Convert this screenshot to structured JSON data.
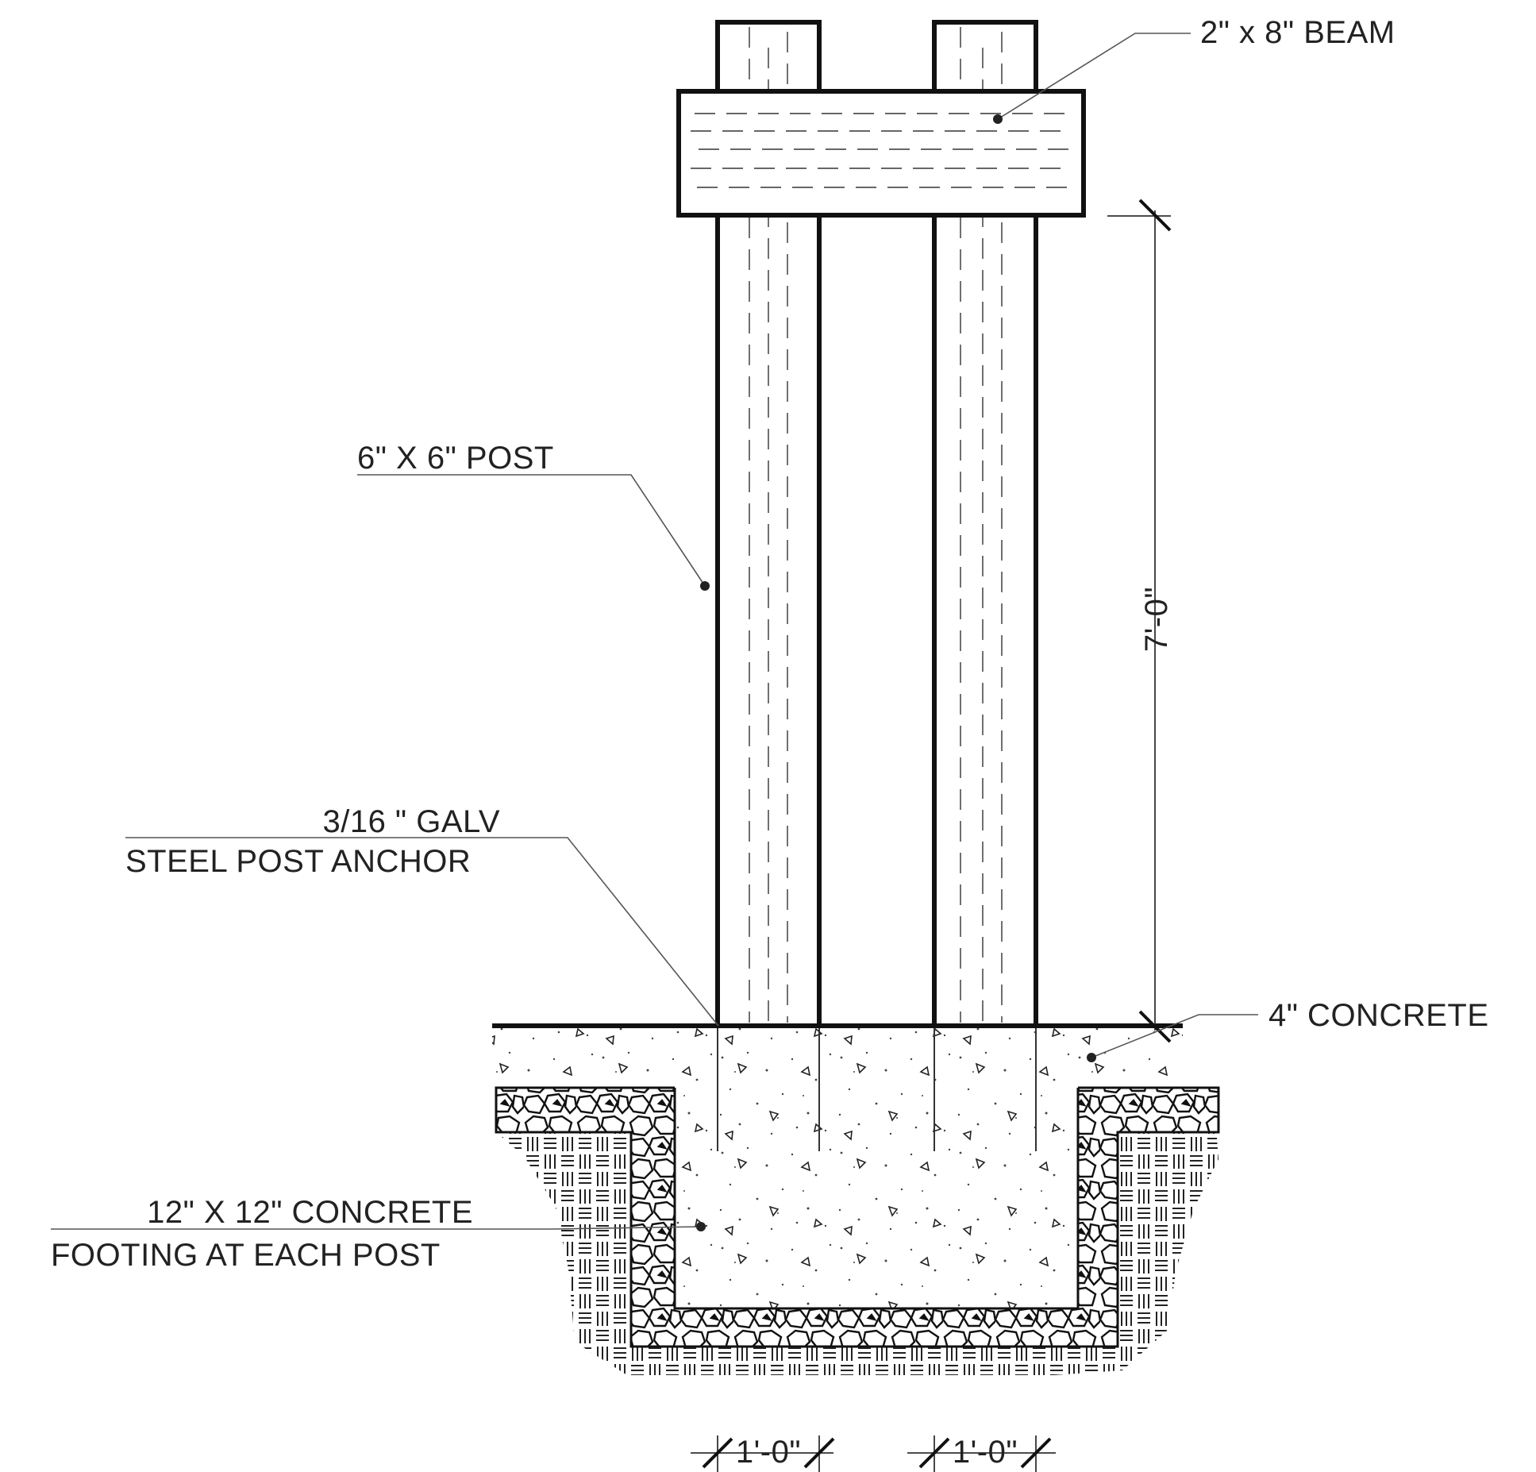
{
  "labels": {
    "beam": "2\" x 8\" BEAM",
    "post": "6\" X 6\" POST",
    "anchor_line1": "3/16 \" GALV",
    "anchor_line2": "STEEL POST ANCHOR",
    "slab": "4\" CONCRETE",
    "footing_line1": "12\" X 12\" CONCRETE",
    "footing_line2": "FOOTING AT EACH POST"
  },
  "dimensions": {
    "post_height": "7'-0\"",
    "left_footing_width": "1'-0\"",
    "right_footing_width": "1'-0\""
  },
  "colors": {
    "linework": "#111111",
    "text": "#222222",
    "background": "#ffffff"
  },
  "hatches": {
    "gravel": "stone-pattern",
    "earth": "basketweave-pattern",
    "concrete": "stipple-triangle-pattern"
  }
}
